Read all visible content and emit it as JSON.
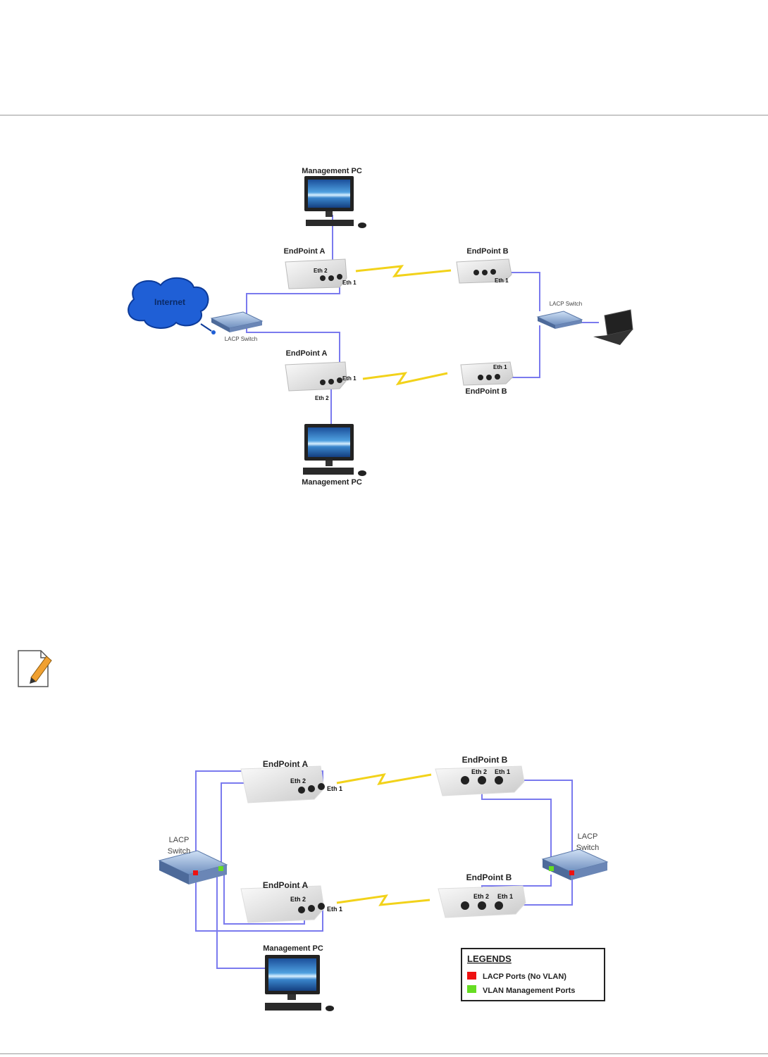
{
  "diagram1": {
    "management_pc_top": "Management PC",
    "management_pc_bottom": "Management PC",
    "endpoint_a_top": "EndPoint A",
    "endpoint_a_bottom": "EndPoint A",
    "endpoint_b_top": "EndPoint B",
    "endpoint_b_bottom": "EndPoint B",
    "internet": "Internet",
    "lacp_switch_left": "LACP Switch",
    "lacp_switch_right": "LACP Switch",
    "eth1": "Eth 1",
    "eth2": "Eth 2"
  },
  "diagram2": {
    "endpoint_a_top": "EndPoint A",
    "endpoint_a_bottom": "EndPoint A",
    "endpoint_b_top": "EndPoint B",
    "endpoint_b_bottom": "EndPoint B",
    "lacp_switch_left_1": "LACP",
    "lacp_switch_left_2": "Switch",
    "lacp_switch_right_1": "LACP",
    "lacp_switch_right_2": "Switch",
    "management_pc": "Management PC",
    "eth1": "Eth 1",
    "eth2": "Eth 2",
    "legend_title": "LEGENDS",
    "legend_items": [
      {
        "label": "LACP Ports (No VLAN)",
        "color": "#ee1111"
      },
      {
        "label": "VLAN Management Ports",
        "color": "#66dd22"
      }
    ]
  },
  "colors": {
    "link": "#7a7aee",
    "wireless": "#f2d21a",
    "cloud": "#1f5fd6"
  }
}
